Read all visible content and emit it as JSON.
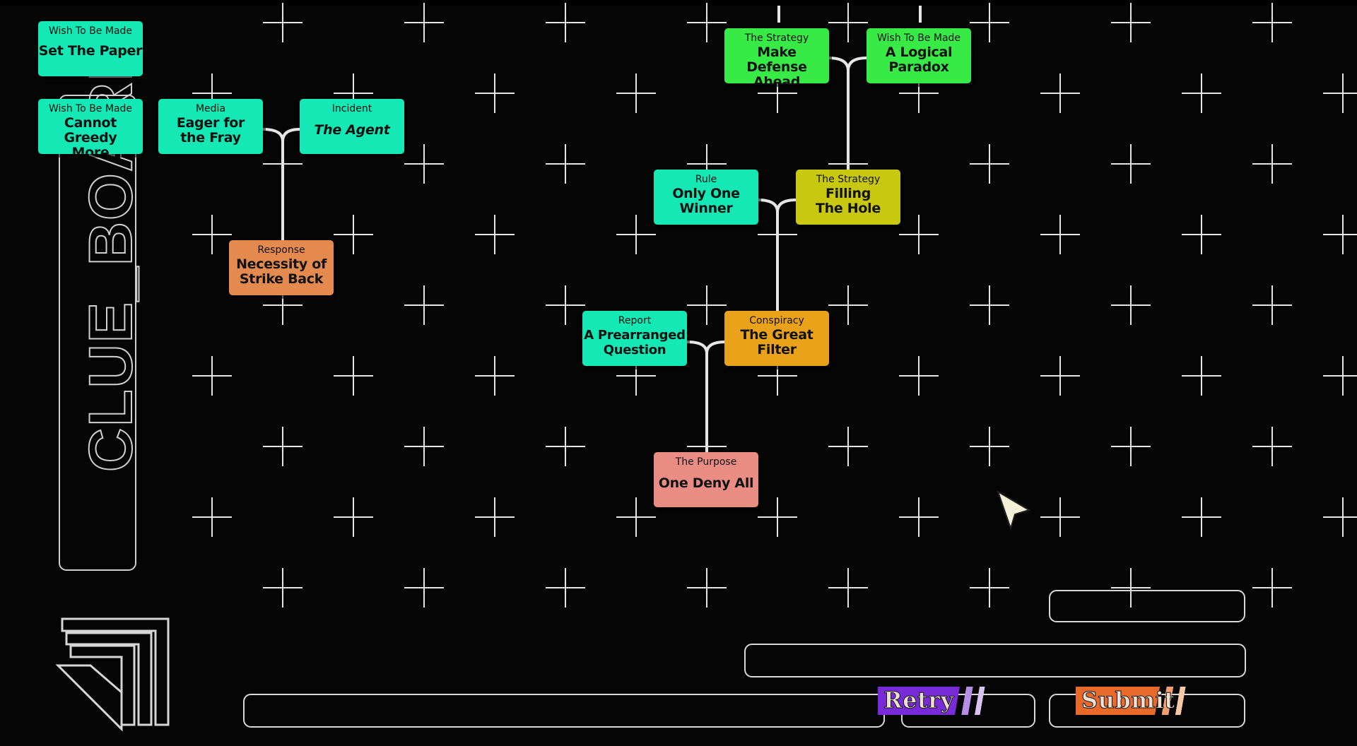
{
  "board_title": "CLUE_BOARD",
  "cards": {
    "c1": {
      "category": "Wish To Be Made",
      "title": "Set The Paper"
    },
    "c2": {
      "category": "Wish To Be Made",
      "title": "Cannot Greedy More"
    },
    "c3": {
      "category": "Media",
      "title": "Eager for the Fray"
    },
    "c4": {
      "category": "Incident",
      "title": "The Agent"
    },
    "c5": {
      "category": "Response",
      "title": "Necessity of Strike Back"
    },
    "c6": {
      "category": "The Strategy",
      "title": "Make Defense Ahead"
    },
    "c7": {
      "category": "Wish To Be Made",
      "title": "A Logical Paradox"
    },
    "c8": {
      "category": "Rule",
      "title": "Only One Winner"
    },
    "c9": {
      "category": "The Strategy",
      "title": "Filling The Hole"
    },
    "c10": {
      "category": "Report",
      "title": "A Prearranged Question"
    },
    "c11": {
      "category": "Conspiracy",
      "title": "The Great Filter"
    },
    "c12": {
      "category": "The Purpose",
      "title": "One Deny All"
    }
  },
  "buttons": {
    "retry": "Retry",
    "submit": "Submit"
  },
  "colors": {
    "teal": "#14e8b4",
    "green": "#38ea46",
    "olive": "#c8c810",
    "amber": "#eba21b",
    "orange": "#e58a4e",
    "pink": "#e88c84",
    "retry": "#7a2bd8",
    "submit": "#e86a2a",
    "grid": "#ffffff"
  },
  "icons": {
    "cursor": "arrow-cursor-icon",
    "logo": "chevron-stack-logo-icon"
  }
}
